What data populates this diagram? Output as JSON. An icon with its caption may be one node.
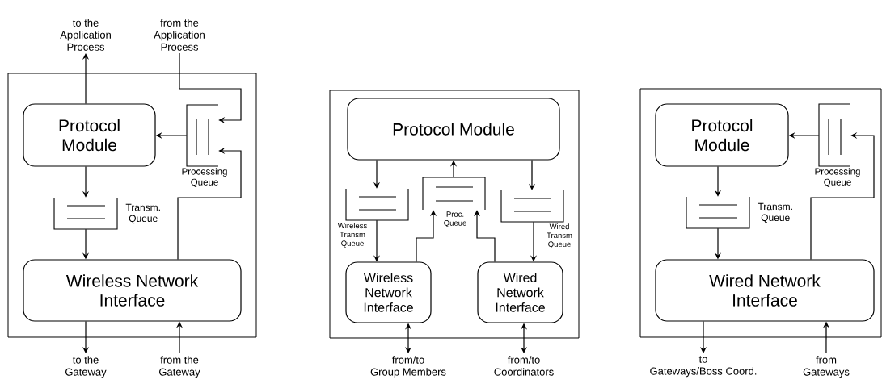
{
  "diagram": {
    "nodes": [
      {
        "text": [],
        "shape": "box"
      },
      {
        "text": [
          "Protocol Module"
        ],
        "in": 0
      },
      {
        "text": [
          "Processing Queue"
        ],
        "in": 0
      },
      {
        "text": [
          "Transm. Queue"
        ],
        "in": 0
      },
      {
        "text": [
          "Wireless Network Interface"
        ],
        "in": 0
      },
      {
        "text": [
          "to the Application Process"
        ]
      },
      {
        "text": [
          "from the Application Process"
        ]
      },
      {
        "text": [
          "to the Gateway"
        ]
      },
      {
        "text": [
          "from the Gateway"
        ]
      },
      {
        "text": [],
        "shape": "box"
      },
      {
        "text": [
          "Protocol Module"
        ],
        "in": 9
      },
      {
        "text": [
          "Wireless Transm Queue"
        ],
        "in": 9
      },
      {
        "text": [
          "Proc. Queue"
        ],
        "in": 9
      },
      {
        "text": [
          "Wired Transm Queue"
        ],
        "in": 9
      },
      {
        "text": [
          "Wireless Network Interface"
        ],
        "in": 9
      },
      {
        "text": [
          "Wired Network Interface"
        ],
        "in": 9
      },
      {
        "text": [
          "from/to Group Members"
        ]
      },
      {
        "text": [
          "from/to Coordinators"
        ]
      },
      {
        "text": [],
        "shape": "box"
      },
      {
        "text": [
          "Protocol Module"
        ],
        "in": 18
      },
      {
        "text": [
          "Processing Queue"
        ],
        "in": 18
      },
      {
        "text": [
          "Transm. Queue"
        ],
        "in": 18
      },
      {
        "text": [
          "Wired Network Interface"
        ],
        "in": 18
      },
      {
        "text": [
          "to Gateways/Boss Coord."
        ]
      },
      {
        "text": [
          "from Gateways"
        ]
      }
    ],
    "edges": [
      {
        "from": 1,
        "to": 5,
        "arrow": "to"
      },
      {
        "from": 6,
        "to": 2,
        "arrow": "to"
      },
      {
        "from": 2,
        "to": 1,
        "arrow": "to"
      },
      {
        "from": 4,
        "to": 2,
        "arrow": "to"
      },
      {
        "from": 1,
        "to": 3,
        "arrow": "to"
      },
      {
        "from": 3,
        "to": 4,
        "arrow": "to"
      },
      {
        "from": 4,
        "to": 7,
        "arrow": "to"
      },
      {
        "from": 8,
        "to": 4,
        "arrow": "to"
      },
      {
        "from": 10,
        "to": 11,
        "arrow": "to"
      },
      {
        "from": 11,
        "to": 14,
        "arrow": "to"
      },
      {
        "from": 14,
        "to": 12,
        "arrow": "to"
      },
      {
        "from": 15,
        "to": 12,
        "arrow": "to"
      },
      {
        "from": 12,
        "to": 10,
        "arrow": "to"
      },
      {
        "from": 10,
        "to": 13,
        "arrow": "to"
      },
      {
        "from": 13,
        "to": 15,
        "arrow": "to"
      },
      {
        "from": 14,
        "to": 16,
        "arrow": "both"
      },
      {
        "from": 15,
        "to": 17,
        "arrow": "both"
      },
      {
        "from": 20,
        "to": 19,
        "arrow": "to"
      },
      {
        "from": 22,
        "to": 20,
        "arrow": "to"
      },
      {
        "from": 19,
        "to": 21,
        "arrow": "to"
      },
      {
        "from": 21,
        "to": 22,
        "arrow": "to"
      },
      {
        "from": 22,
        "to": 23,
        "arrow": "to"
      },
      {
        "from": 24,
        "to": 22,
        "arrow": "to"
      }
    ]
  }
}
